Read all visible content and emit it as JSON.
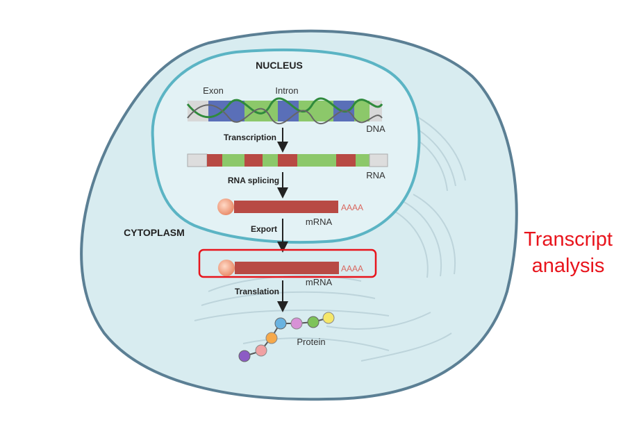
{
  "labels": {
    "nucleus": "NUCLEUS",
    "cytoplasm": "CYTOPLASM",
    "exon": "Exon",
    "intron": "Intron",
    "dna": "DNA",
    "transcription": "Transcription",
    "rna": "RNA",
    "rna_splicing": "RNA splicing",
    "poly_a_1": "AAAA",
    "mrna_1": "mRNA",
    "export": "Export",
    "poly_a_2": "AAAA",
    "mrna_2": "mRNA",
    "translation": "Translation",
    "protein": "Protein"
  },
  "annotation": {
    "line1": "Transcript",
    "line2": "analysis"
  },
  "colors": {
    "cell_fill": "#d8ecf0",
    "cell_border": "#5b7f94",
    "nucleus_fill": "#e3f2f5",
    "nucleus_border": "#5bb4c4",
    "exon": "#5a6fb8",
    "intron": "#8cc86a",
    "rna_exon": "#b84a44",
    "cap": "#f2a487",
    "highlight": "#e8141c"
  }
}
